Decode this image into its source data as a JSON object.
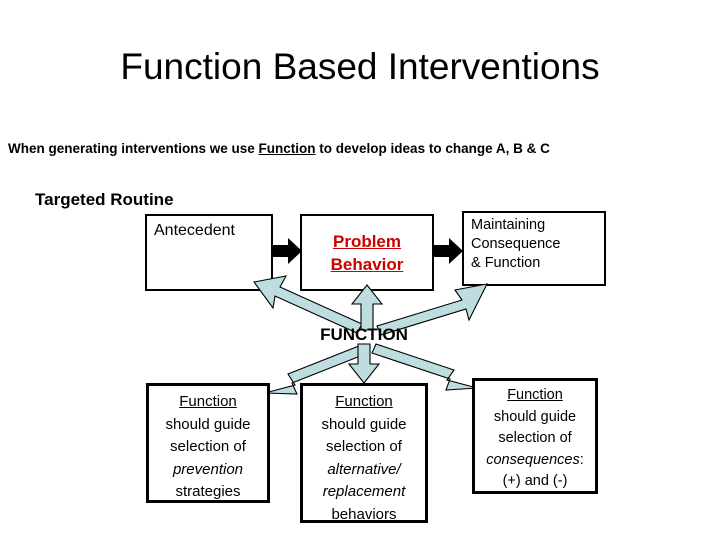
{
  "slide": {
    "title": "Function Based Interventions",
    "subtitle": {
      "before": "When generating interventions we use ",
      "emphasis": "Function",
      "after": " to develop ideas to change A, B & C"
    },
    "targeted_routine_label": "Targeted Routine",
    "center_label": "FUNCTION"
  },
  "abc_chain": {
    "antecedent": {
      "text": "Antecedent"
    },
    "problem_behavior": {
      "line1": "Problem",
      "line2": "Behavior",
      "color": "#CC0000"
    },
    "maintaining_consequence": {
      "line1": "Maintaining",
      "line2": "Consequence",
      "line3": "& Function"
    }
  },
  "intervention_boxes": [
    {
      "heading": "Function",
      "line1": "should guide",
      "line2": "selection of",
      "emphasis": "prevention",
      "line3": "strategies"
    },
    {
      "heading": "Function",
      "line1": "should guide",
      "line2": "selection of",
      "emphasis_line1": "alternative/",
      "emphasis_line2": "replacement",
      "line3": "behaviors"
    },
    {
      "heading": "Function",
      "line1": "should guide",
      "line2": "selection of",
      "emphasis": "consequences",
      "emphasis_suffix": ":",
      "line3": "(+) and (-)"
    }
  ],
  "colors": {
    "arrow_fill": "#BEDDE1",
    "arrow_stroke": "#000000",
    "problem_red": "#CC0000",
    "background": "#FFFFFF"
  },
  "icons": {
    "black_arrow": "right-arrow-icon",
    "starburst": "starburst-arrows-icon"
  }
}
